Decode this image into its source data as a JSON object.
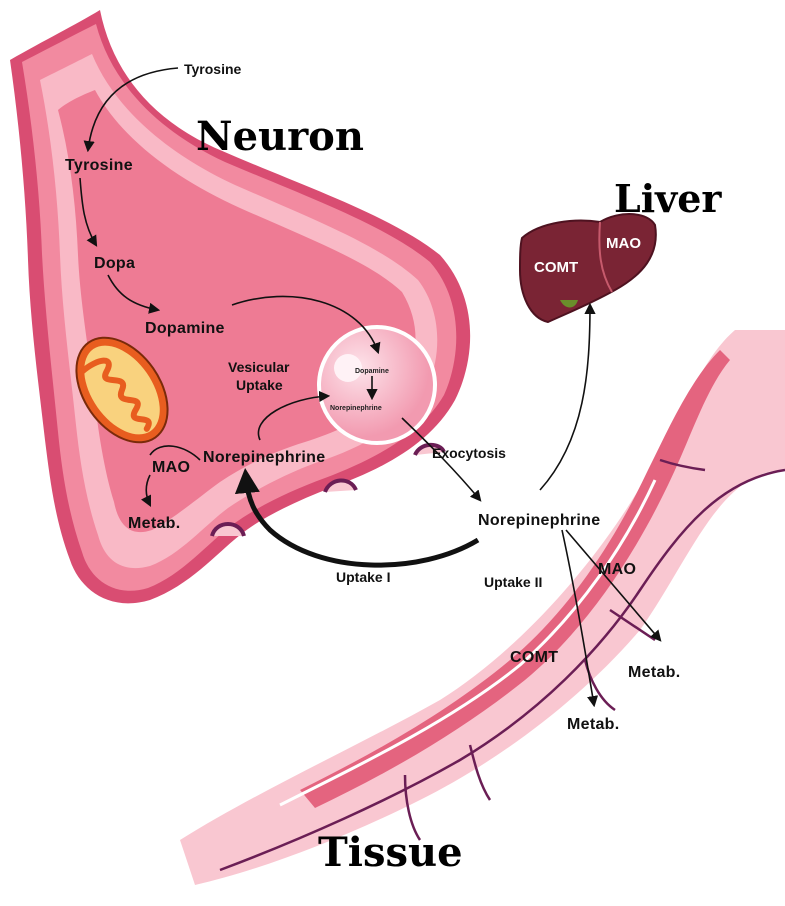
{
  "titles": {
    "neuron": "Neuron",
    "liver": "Liver",
    "tissue": "Tissue"
  },
  "labels": {
    "tyrosine_outside": "Tyrosine",
    "tyrosine_inside": "Tyrosine",
    "dopa": "Dopa",
    "dopamine": "Dopamine",
    "vesicular_uptake_1": "Vesicular",
    "vesicular_uptake_2": "Uptake",
    "vesicle_dopamine": "Dopamine",
    "vesicle_norepinephrine": "Norepinephrine",
    "neuron_norepinephrine": "Norepinephrine",
    "neuron_mao": "MAO",
    "neuron_metab": "Metab.",
    "exocytosis": "Exocytosis",
    "synaptic_norepinephrine": "Norepinephrine",
    "uptake_1": "Uptake I",
    "uptake_2": "Uptake II",
    "tissue_mao": "MAO",
    "tissue_comt": "COMT",
    "tissue_metab_1": "Metab.",
    "tissue_metab_2": "Metab.",
    "liver_mao": "MAO",
    "liver_comt": "COMT"
  },
  "colors": {
    "neuron_fill": "#f28aa0",
    "neuron_light": "#f9b9c6",
    "neuron_core": "#e86a86",
    "membrane": "#d94d72",
    "liver": "#7a2434",
    "mitochondria": "#f07028",
    "tissue_band": "#e4647f"
  }
}
